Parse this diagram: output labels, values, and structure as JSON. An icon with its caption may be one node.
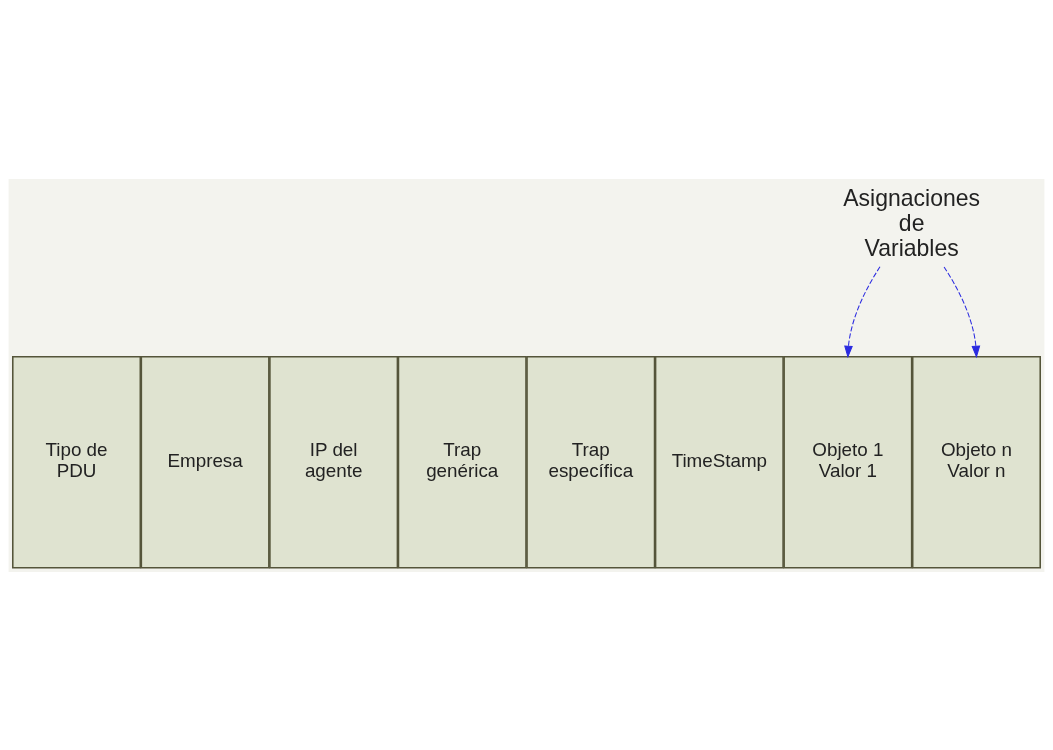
{
  "diagram": {
    "nodes": [
      {
        "text": [
          "Asignaciones de Variables"
        ]
      },
      {
        "text": [
          "Tipo de PDU"
        ]
      },
      {
        "text": [
          "Empresa"
        ]
      },
      {
        "text": [
          "IP del agente"
        ]
      },
      {
        "text": [
          "Trap genérica"
        ]
      },
      {
        "text": [
          "Trap específica"
        ]
      },
      {
        "text": [
          "TimeStamp"
        ]
      },
      {
        "text": [
          "Objeto 1 Valor 1"
        ]
      },
      {
        "text": [
          "Objeto n Valor n"
        ]
      }
    ],
    "edges": [
      {
        "from": 0,
        "to": 7,
        "arrow": "to",
        "style": "dashed"
      },
      {
        "from": 0,
        "to": 8,
        "arrow": "to",
        "style": "dashed"
      }
    ]
  }
}
